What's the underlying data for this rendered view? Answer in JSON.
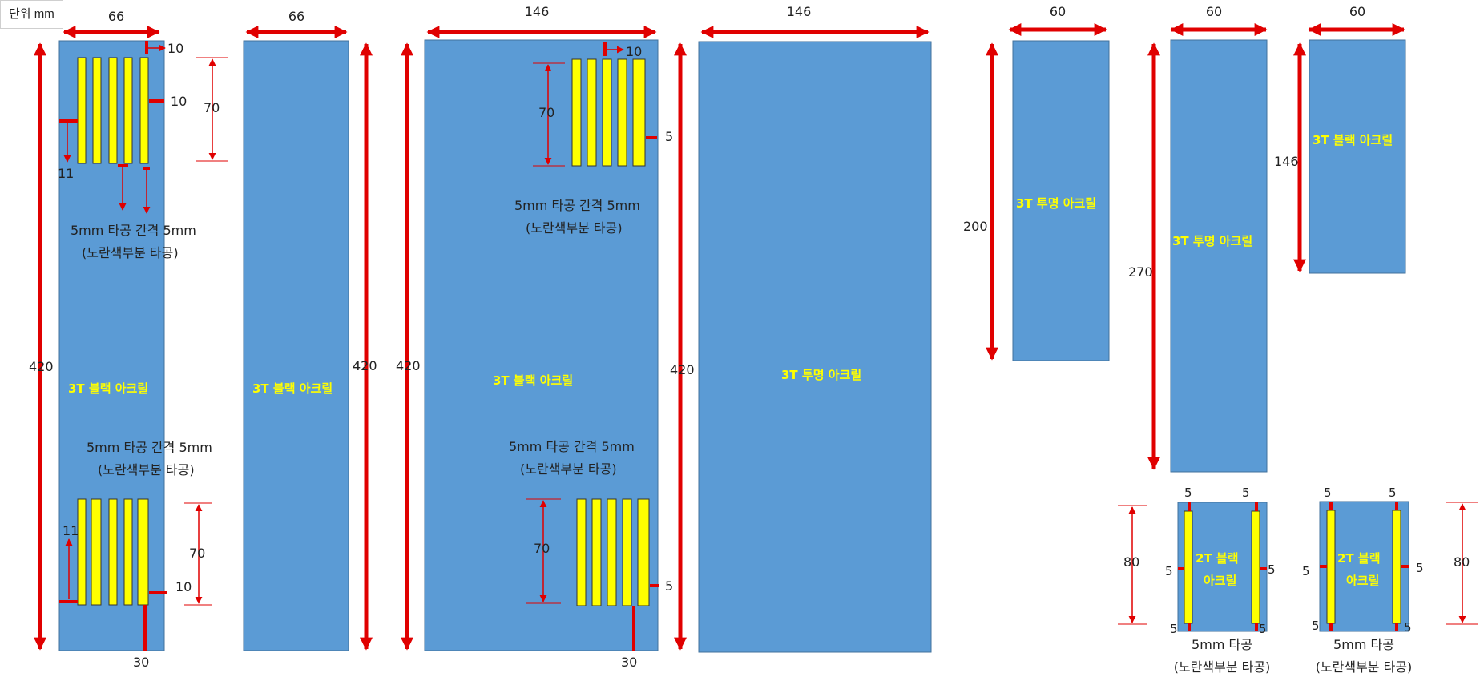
{
  "unit_label": "단위 mm",
  "colors": {
    "panel": "#5B9BD5",
    "panel_border": "#41719C",
    "slot": "#FFFF00",
    "dim": "#E00000",
    "label": "#FFFF00",
    "text": "#222222"
  },
  "panel1": {
    "width": "66",
    "height": "420",
    "title": "3T 블랙 아크릴",
    "dim_top_edge": "10",
    "dim_right_edge": "10",
    "dim_left_offset": "11",
    "slot_height": "70",
    "bottom_offset": "30",
    "bottom_dim_70": "70",
    "bottom_dim_10": "10",
    "bottom_left": "11",
    "note1": "5mm 타공 간격 5mm",
    "note1b": "(노란색부분 타공)",
    "note2": "5mm 타공 간격 5mm",
    "note2b": "(노란색부분 타공)"
  },
  "panel2": {
    "width": "66",
    "height": "420",
    "title": "3T 블랙 아크릴"
  },
  "panel3": {
    "width": "146",
    "height": "420",
    "title": "3T 블랙 아크릴",
    "dim_top": "10",
    "slot_height_top": "70",
    "right_top": "5",
    "slot_height_bottom": "70",
    "right_bottom": "5",
    "bottom_offset": "30",
    "note1": "5mm 타공 간격 5mm",
    "note1b": "(노란색부분 타공)",
    "note2": "5mm 타공 간격 5mm",
    "note2b": "(노란색부분 타공)"
  },
  "panel4": {
    "width": "146",
    "height": "420",
    "title": "3T 투명 아크릴"
  },
  "panel5": {
    "width": "60",
    "height": "200",
    "title": "3T 투명 아크릴"
  },
  "panel6": {
    "width": "60",
    "height": "270",
    "title": "3T 투명 아크릴"
  },
  "panel7": {
    "width": "60",
    "height": "146",
    "title": "3T 블랙 아크릴"
  },
  "panel8": {
    "title1": "2T 블랙",
    "title2": "아크릴",
    "height": "80",
    "dim_tl": "5",
    "dim_tr": "5",
    "dim_ml": "5",
    "dim_mr": "5",
    "dim_bl": "5",
    "dim_br": "5",
    "note": "5mm 타공",
    "noteb": "(노란색부분 타공)"
  },
  "panel9": {
    "title1": "2T 블랙",
    "title2": "아크릴",
    "height": "80",
    "dim_tl": "5",
    "dim_tr": "5",
    "dim_ml": "5",
    "dim_mr": "5",
    "dim_bl": "5",
    "dim_br": "5",
    "note": "5mm 타공",
    "noteb": "(노란색부분 타공)"
  }
}
